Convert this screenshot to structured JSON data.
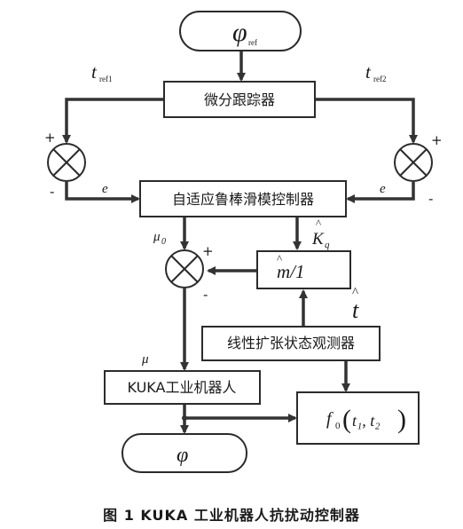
{
  "blocks": {
    "phi_ref": {
      "base": "φ",
      "sub": "ref"
    },
    "tracking_differentiator": "微分跟踪器",
    "sliding_mode_controller": "自适应鲁棒滑模控制器",
    "inverse_m": "m/1",
    "eso": "线性扩张状态观测器",
    "robot": "KUKA工业机器人",
    "f0": {
      "func": "f",
      "sub": "0",
      "args": "t₁, t₂"
    },
    "phi_out": "φ"
  },
  "signals": {
    "t_ref1": {
      "base": "t",
      "sub": "ref1"
    },
    "t_ref2": {
      "base": "t",
      "sub": "ref2"
    },
    "e_left": "e",
    "e_right": "e",
    "mu0": {
      "base": "μ",
      "sub": "0"
    },
    "Kq": {
      "base": "K",
      "sub": "q"
    },
    "t_hat": "t",
    "mu": "μ"
  },
  "signs": {
    "left_plus": "+",
    "left_minus": "-",
    "right_plus": "+",
    "right_minus": "-",
    "mid_plus": "+",
    "mid_minus": "-"
  },
  "caption": "图 1 KUKA 工业机器人抗扰动控制器"
}
